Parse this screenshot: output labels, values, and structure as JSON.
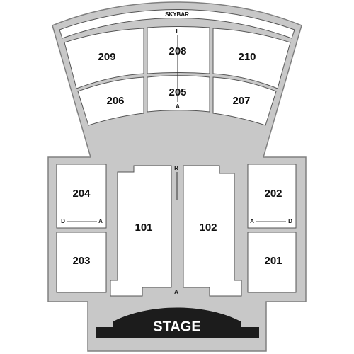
{
  "colors": {
    "venue_fill": "#c8c8c8",
    "venue_stroke": "#808080",
    "section_fill": "#ffffff",
    "stage_fill": "#1c1c1c"
  },
  "skybar": {
    "label": "SKYBAR"
  },
  "stage": {
    "label": "STAGE"
  },
  "balcony": {
    "section_209": "209",
    "section_208": "208",
    "section_210": "210",
    "section_206": "206",
    "section_205": "205",
    "section_207": "207",
    "row_L": "L",
    "row_A": "A"
  },
  "side": {
    "section_204": "204",
    "section_203": "203",
    "section_202": "202",
    "section_201": "201",
    "row_204_D": "D",
    "row_204_A": "A",
    "row_202_A": "A",
    "row_202_D": "D"
  },
  "floor": {
    "section_101": "101",
    "section_102": "102",
    "aisle_row_R": "R",
    "aisle_row_A": "A"
  }
}
